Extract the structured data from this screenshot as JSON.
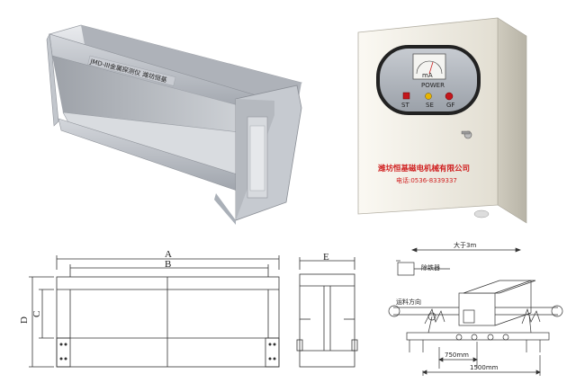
{
  "detector": {
    "plate_text": "JMD-III金属探测仪 潍坊恒基"
  },
  "control_box": {
    "company_name": "潍坊恒基磁电机械有限公司",
    "phone": "电话:0536-8339337",
    "meter_label": "mA",
    "panel_small_text": "POWER",
    "button_labels": [
      "ST",
      "SE",
      "GF"
    ]
  },
  "drawing": {
    "dim_A": "A",
    "dim_B": "B",
    "dim_C": "C",
    "dim_D": "D",
    "dim_E": "E"
  },
  "installation": {
    "distance_label": "大于3m",
    "removal_label": "除铁器",
    "conveyor_label": "运料方向",
    "dim_750": "750mm",
    "dim_1500": "1500mm"
  },
  "colors": {
    "metal": "#c9ccd2",
    "box": "#f2efe6",
    "red_text": "#d02020",
    "line": "#333333"
  }
}
